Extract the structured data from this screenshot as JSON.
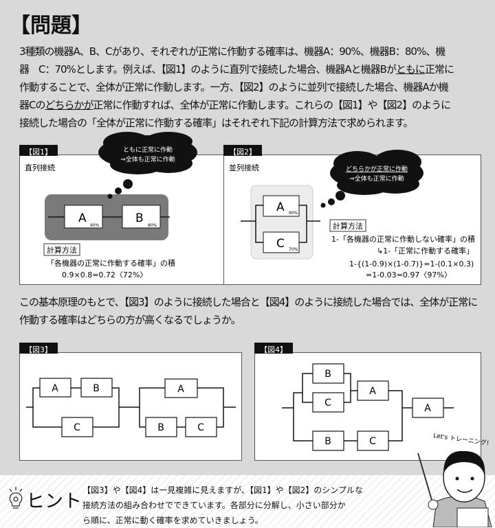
{
  "title": "【問題】",
  "intro": {
    "l1": "3種類の機器A、B、Cがあり、それぞれが正常に作動する確率は、機器A：90%、機器B：80%、機",
    "l2a": "器　C：70%とします。例えば、【図1】のように直列で接続した場合、機器Aと機器Bが",
    "l2u": "ともに",
    "l2b": "正常に",
    "l3": "作動することで、全体が正常に作動します。一方、【図2】のように並列で接続した場合、機器Aか機",
    "l4a": "器Cの",
    "l4u": "どちらかが",
    "l4b": "正常に作動すれば、全体が正常に作動します。これらの【図1】や【図2】のように",
    "l5": "接続した場合の「全体が正常に作動する確率」はそれぞれ下記の計算方法で求められます。"
  },
  "fig1": {
    "tab": "【図1】",
    "label": "直列接続",
    "cloud1": "ともに正常に作動",
    "cloud2": "⇒全体も正常に作動",
    "a": "A",
    "a_pct": "90%",
    "b": "B",
    "b_pct": "80%",
    "calc_label": "計算方法",
    "calc1": "「各機器の正常に作動する確率」の積",
    "calc2": "0.9×0.8=0.72〈72%〉"
  },
  "fig2": {
    "tab": "【図2】",
    "label": "並列接続",
    "cloud1": "どちらかが正常に作動",
    "cloud2": "⇒全体も正常に作動",
    "a": "A",
    "a_pct": "90%",
    "c": "C",
    "c_pct": "70%",
    "calc_label": "計算方法",
    "calc1": "1-「各機器の正常に作動しない確率」の積",
    "calc2": "↳1-「正常に作動する確率」",
    "calc3": "1-{(1-0.9)×(1-0.7)}=1-(0.1×0.3)",
    "calc4": "=1-0.03=0.97〈97%〉"
  },
  "question": {
    "l1": "この基本原理のもとで、【図3】のように接続した場合と【図4】のように接続した場合では、全体が正常に",
    "l2": "作動する確率はどちらの方が高くなるでしょうか。"
  },
  "fig3": {
    "tab": "【図3】",
    "labels": [
      "A",
      "B",
      "C",
      "A",
      "B",
      "C"
    ]
  },
  "fig4": {
    "tab": "【図4】",
    "labels": [
      "B",
      "C",
      "A",
      "B",
      "C",
      "A"
    ]
  },
  "character": {
    "speech": "Let's トレーニング!"
  },
  "hint": {
    "title": "ヒント",
    "l1": "【図3】や【図4】は一見複雑に見えますが、【図1】や【図2】のシンプルな",
    "l2": "接続方法の組み合わせでできています。各部分に分解し、小さい部分か",
    "l3": "ら順に、正常に動く確率を求めていきましょう。"
  }
}
